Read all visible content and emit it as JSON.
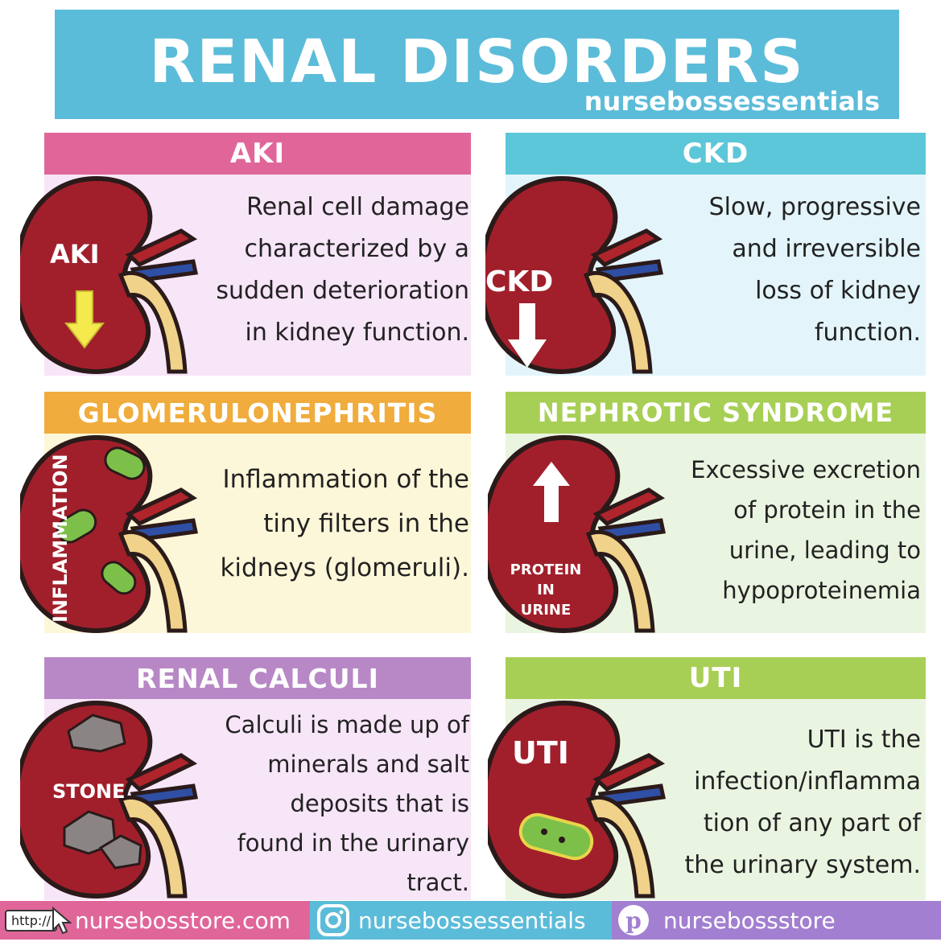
{
  "title": {
    "main": "RENAL DISORDERS",
    "handle": "nursebossessentials"
  },
  "cards": {
    "aki": {
      "header": "AKI",
      "label": "AKI",
      "lines": [
        "Renal cell damage",
        "characterized by a",
        "sudden deterioration",
        "in kidney function."
      ]
    },
    "ckd": {
      "header": "CKD",
      "label": "CKD",
      "lines": [
        "Slow, progressive",
        "and irreversible",
        "loss of kidney",
        "function."
      ]
    },
    "glomerulonephritis": {
      "header": "GLOMERULONEPHRITIS",
      "label": "INFLAMMATION",
      "lines": [
        "Inflammation of the",
        "tiny filters in the",
        "kidneys (glomeruli)."
      ]
    },
    "nephrotic": {
      "header": "NEPHROTIC SYNDROME",
      "label_line1": "PROTEIN",
      "label_line2": "IN",
      "label_line3": "URINE",
      "lines": [
        "Excessive excretion",
        "of protein in the",
        "urine, leading to",
        "hypoproteinemia"
      ]
    },
    "calculi": {
      "header": "RENAL CALCULI",
      "label": "STONE",
      "lines": [
        "Calculi is made up of",
        "minerals and salt",
        "deposits that is",
        "found in the urinary",
        "tract."
      ]
    },
    "uti": {
      "header": "UTI",
      "label": "UTI",
      "lines": [
        "UTI is the",
        "infection/inflamma",
        "tion of any part of",
        "the urinary system."
      ]
    }
  },
  "footer": {
    "http_badge": "http://",
    "store_url": "nursebosstore.com",
    "instagram": "nursebossessentials",
    "pinterest": "nursebossstore"
  },
  "colors": {
    "title_banner": "#5bbcd9",
    "aki_header": "#e0669a",
    "aki_body": "#f7e5f8",
    "ckd_header": "#5cc7d8",
    "ckd_body": "#e3f5fb",
    "glom_header": "#f0ac3c",
    "glom_body": "#fdf7d9",
    "neph_header": "#a8cf55",
    "neph_body": "#eaf5e1",
    "calc_header": "#b888c6",
    "calc_body": "#f7e5f8",
    "uti_header": "#a8cf55",
    "uti_body": "#eaf5e1",
    "kidney": "#a11f2b",
    "artery": "#b0242c",
    "vein": "#2f4fa5",
    "ureter": "#f0d28a"
  }
}
